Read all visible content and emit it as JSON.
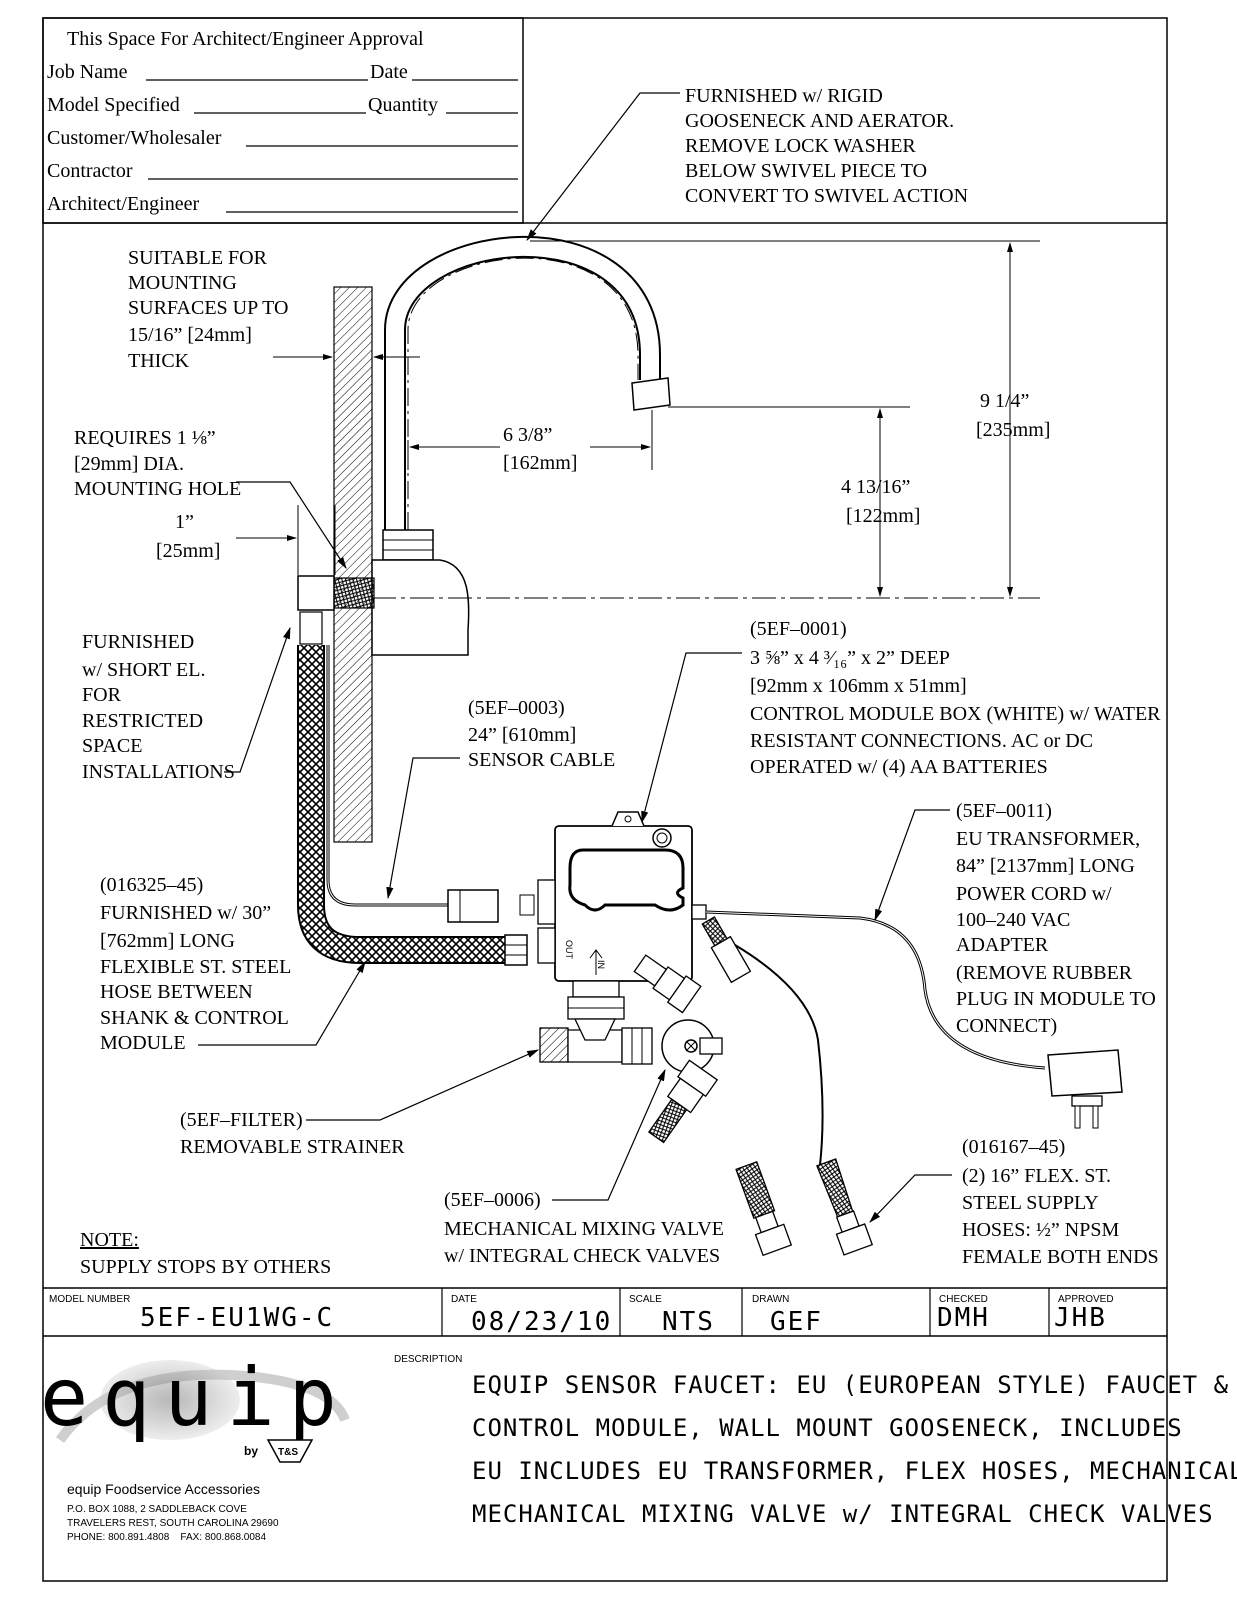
{
  "approval_box": {
    "title": "This Space For Architect/Engineer Approval",
    "fields": [
      {
        "label": "Job Name",
        "second_label": "Date"
      },
      {
        "label": "Model Specified",
        "second_label": "Quantity"
      },
      {
        "label": "Customer/Wholesaler",
        "second_label": ""
      },
      {
        "label": "Contractor",
        "second_label": ""
      },
      {
        "label": "Architect/Engineer",
        "second_label": ""
      }
    ]
  },
  "callouts": {
    "gooseneck": [
      "FURNISHED w/ RIGID",
      "GOOSENECK AND AERATOR.",
      "REMOVE LOCK WASHER",
      "BELOW SWIVEL PIECE TO",
      "CONVERT TO SWIVEL ACTION"
    ],
    "mounting_surface": [
      "SUITABLE FOR",
      "MOUNTING",
      "SURFACES UP TO",
      "15/16” [24mm]",
      "THICK"
    ],
    "mounting_hole": [
      "REQUIRES 1 ⅛”",
      "[29mm] DIA.",
      "MOUNTING HOLE"
    ],
    "shank_dim": [
      "1”",
      "[25mm]"
    ],
    "reach_dim": [
      "6 3/8”",
      "[162mm]"
    ],
    "height_dim": [
      "9 1/4”",
      "[235mm]"
    ],
    "spout_dim": [
      "4 13/16”",
      "[122mm]"
    ],
    "short_el": [
      "FURNISHED",
      "w/ SHORT EL.",
      "FOR",
      "RESTRICTED",
      "SPACE",
      "INSTALLATIONS"
    ],
    "sensor_cable": [
      "(5EF–0003)",
      "24” [610mm]",
      "SENSOR CABLE"
    ],
    "control_module": [
      "(5EF–0001)",
      "3 ⅝” x 4 ³⁄₁₆” x 2” DEEP",
      "[92mm x 106mm x 51mm]",
      "CONTROL MODULE BOX (WHITE) w/ WATER",
      "RESISTANT CONNECTIONS. AC or DC",
      "OPERATED w/ (4) AA BATTERIES"
    ],
    "transformer": [
      "(5EF–0011)",
      "EU TRANSFORMER,",
      "84” [2137mm] LONG",
      "POWER CORD w/",
      "100–240 VAC",
      "ADAPTER",
      "(REMOVE RUBBER",
      "PLUG IN MODULE TO",
      "CONNECT)"
    ],
    "flex_hose": [
      "(016325–45)",
      "FURNISHED w/ 30”",
      "[762mm] LONG",
      "FLEXIBLE ST. STEEL",
      "HOSE BETWEEN",
      "SHANK & CONTROL",
      "MODULE"
    ],
    "strainer": [
      "(5EF–FILTER)",
      "REMOVABLE STRAINER"
    ],
    "mixing_valve": [
      "(5EF–0006)",
      "MECHANICAL MIXING VALVE",
      "w/ INTEGRAL CHECK VALVES"
    ],
    "supply_hoses": [
      "(016167–45)",
      "(2) 16” FLEX. ST.",
      "STEEL SUPPLY",
      "HOSES: ½” NPSM",
      "FEMALE BOTH ENDS"
    ],
    "note_title": "NOTE:",
    "note_body": "SUPPLY STOPS BY OTHERS"
  },
  "module_marks": {
    "out": "OUT",
    "in": "IN"
  },
  "title_block": {
    "model_number_label": "MODEL NUMBER",
    "model_number": "5EF-EU1WG-C",
    "date_label": "DATE",
    "date": "08/23/10",
    "scale_label": "SCALE",
    "scale": "NTS",
    "drawn_label": "DRAWN",
    "drawn": "GEF",
    "checked_label": "CHECKED",
    "checked": "DMH",
    "approved_label": "APPROVED",
    "approved": "JHB",
    "description_label": "DESCRIPTION",
    "description_lines": [
      "EQUIP SENSOR FAUCET: EU (EUROPEAN STYLE) FAUCET &",
      "CONTROL MODULE, WALL MOUNT GOOSENECK,  INCLUDES",
      "EU INCLUDES EU TRANSFORMER, FLEX HOSES, MECHANICAL",
      "MECHANICAL MIXING VALVE w/ INTEGRAL CHECK VALVES"
    ]
  },
  "company": {
    "logo_text": "equip",
    "by": "by",
    "ts_mark": "T&S",
    "name": "equip Foodservice Accessories",
    "address_line_1": "P.O. BOX 1088, 2 SADDLEBACK COVE",
    "address_line_2": "TRAVELERS REST, SOUTH CAROLINA 29690",
    "phone_fax": "PHONE: 800.891.4808    FAX: 800.868.0084"
  },
  "colors": {
    "ink": "#000000",
    "paper": "#ffffff",
    "logo_shadow": "#9a9a9a"
  }
}
